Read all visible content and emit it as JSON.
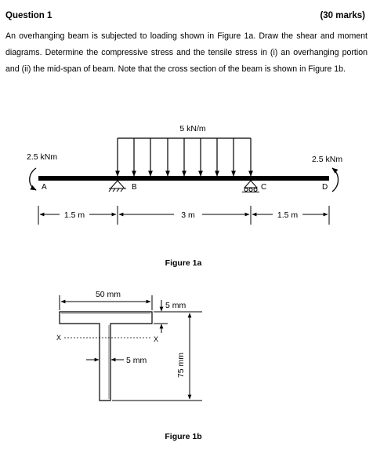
{
  "question": {
    "title": "Question 1",
    "marks": "(30 marks)",
    "body": "An overhanging beam is subjected to loading shown in Figure 1a. Draw the shear and moment diagrams. Determine the compressive stress and the tensile stress in (i) an overhanging portion and (ii) the mid-span of beam. Note that the cross section of the beam is shown in Figure 1b."
  },
  "figure_1a": {
    "caption": "Figure 1a",
    "distributed_load": "5 kN/m",
    "moment_left": "2.5 kNm",
    "moment_right": "2.5 kNm",
    "point_a": "A",
    "point_b": "B",
    "point_c": "C",
    "point_d": "D",
    "span_left": "1.5 m",
    "span_mid": "3 m",
    "span_right": "1.5 m"
  },
  "figure_1b": {
    "caption": "Figure 1b",
    "flange_width": "50 mm",
    "flange_thickness": "5 mm",
    "web_thickness": "5 mm",
    "total_depth": "75 mm",
    "axis_left": "X",
    "axis_right": "X"
  }
}
